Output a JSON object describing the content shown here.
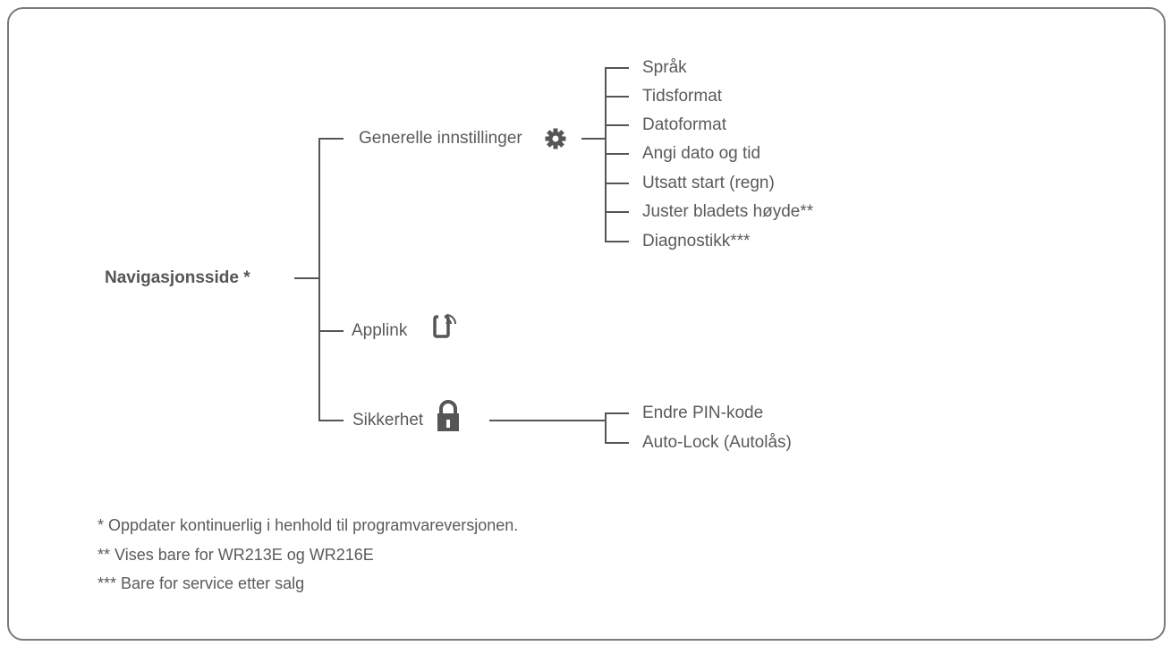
{
  "root": {
    "label": "Navigasjonsside *"
  },
  "branches": {
    "general": {
      "label": "Generelle innstillinger",
      "icon": "gear-icon",
      "children": [
        "Språk",
        "Tidsformat",
        "Datoformat",
        "Angi dato og tid",
        "Utsatt start (regn)",
        "Juster bladets høyde**",
        "Diagnostikk***"
      ]
    },
    "applink": {
      "label": "Applink",
      "icon": "phone-signal-icon"
    },
    "security": {
      "label": "Sikkerhet",
      "icon": "lock-icon",
      "children": [
        "Endre PIN-kode",
        "Auto-Lock (Autolås)"
      ]
    }
  },
  "footnotes": [
    "* Oppdater kontinuerlig i henhold til programvareversjonen.",
    "** Vises bare for WR213E og WR216E",
    "*** Bare for service etter salg"
  ],
  "colors": {
    "line": "#555555",
    "text": "#5a5a5a",
    "icon": "#555555",
    "frame": "#7a7a7a"
  }
}
